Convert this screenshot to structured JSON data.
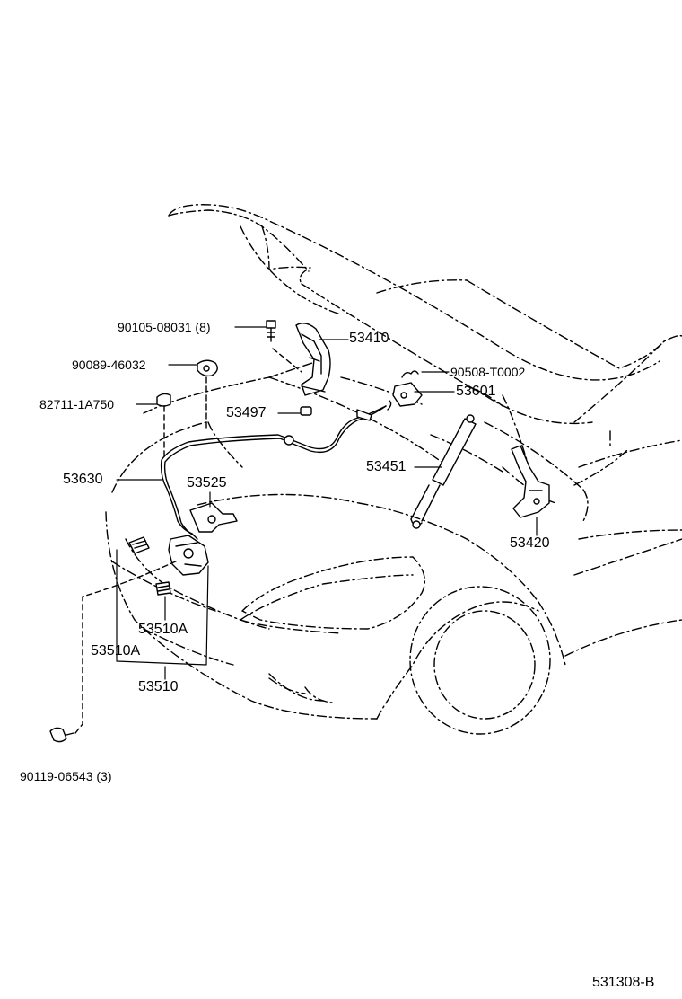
{
  "diagram_code": "531308-B",
  "parts": [
    {
      "id": "p-90105",
      "number": "90105-08031 (8)"
    },
    {
      "id": "p-53410",
      "number": "53410"
    },
    {
      "id": "p-90089",
      "number": "90089-46032"
    },
    {
      "id": "p-90508",
      "number": "90508-T0002"
    },
    {
      "id": "p-82711",
      "number": "82711-1A750"
    },
    {
      "id": "p-53601",
      "number": "53601"
    },
    {
      "id": "p-53497",
      "number": "53497"
    },
    {
      "id": "p-53451",
      "number": "53451"
    },
    {
      "id": "p-53630",
      "number": "53630"
    },
    {
      "id": "p-53525",
      "number": "53525"
    },
    {
      "id": "p-53420",
      "number": "53420"
    },
    {
      "id": "p-53510A-1",
      "number": "53510A"
    },
    {
      "id": "p-53510A-2",
      "number": "53510A"
    },
    {
      "id": "p-53510",
      "number": "53510"
    },
    {
      "id": "p-90119",
      "number": "90119-06543 (3)"
    }
  ],
  "colors": {
    "line": "#000000",
    "background": "#ffffff"
  }
}
